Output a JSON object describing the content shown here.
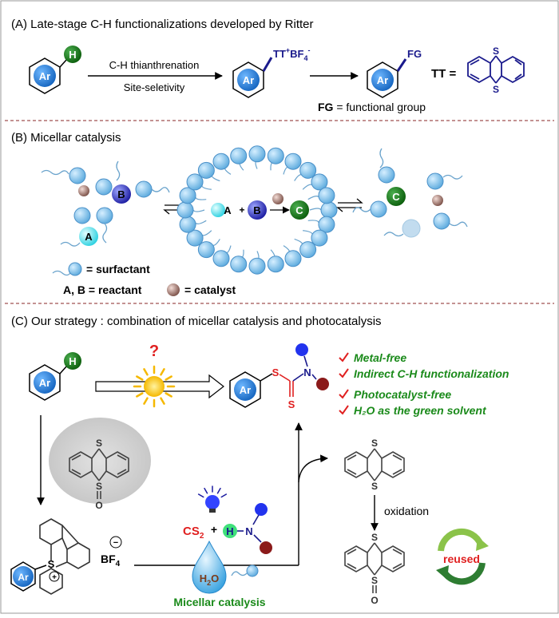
{
  "sectionA": {
    "title": "(A) Late-stage C-H functionalizations developed by Ritter",
    "ar": "Ar",
    "h": "H",
    "step1_top": "C-H thianthrenation",
    "step1_bottom": "Site-seletivity",
    "tt_label": "TT",
    "tt_sup": "+",
    "bf4": "BF",
    "bf4_sub": "4",
    "bf4_sup": "-",
    "fg": "FG",
    "tt_eq": "TT =",
    "sulfur": "S",
    "fg_def_bold": "FG",
    "fg_def_rest": " = functional group"
  },
  "sectionB": {
    "title": "(B) Micellar catalysis",
    "A": "A",
    "B": "B",
    "C": "C",
    "plus": "+",
    "legend_surfactant": "= surfactant",
    "legend_reactant": "A, B = reactant",
    "legend_catalyst": "= catalyst"
  },
  "sectionC": {
    "title": "(C) Our strategy : combination of micellar catalysis and photocatalysis",
    "ar": "Ar",
    "h": "H",
    "question": "?",
    "sulfur": "S",
    "nitrogen": "N",
    "features": [
      "Metal-free",
      "Indirect C-H functionalization",
      "Photocatalyst-free",
      "H₂O as the green solvent"
    ],
    "oxygen": "O",
    "bf4": "BF",
    "bf4_sub": "4",
    "minus": "−",
    "plus_charge": "+",
    "cs2": "CS",
    "cs2_sub": "2",
    "plus": "+",
    "h2o": "H",
    "h2o_sub": "2",
    "h2o_o": "O",
    "micellar_label": "Micellar catalysis",
    "oxidation": "oxidation",
    "reused": "reused"
  },
  "colors": {
    "ar_blue": "#1e88e5",
    "h_green": "#1b7a1b",
    "navy": "#1a1a8c",
    "green_text": "#1a8a1a",
    "red": "#e02020",
    "divider": "#a05050",
    "surfactant": "#8ccbf0",
    "catalyst": "#b08a80"
  }
}
